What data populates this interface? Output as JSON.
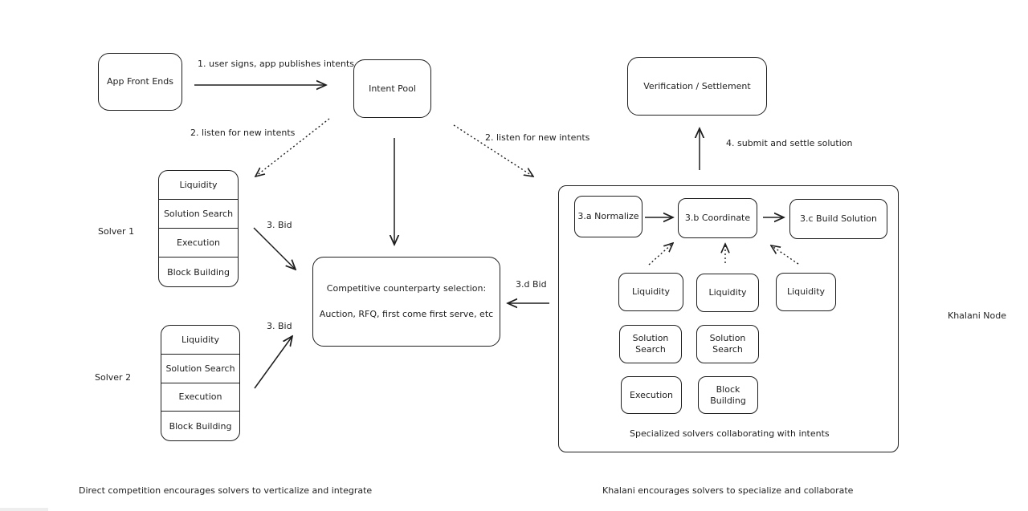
{
  "top": {
    "app_front_ends": "App Front Ends",
    "intent_pool": "Intent Pool",
    "verification": "Verification / Settlement",
    "step1": "1. user signs, app publishes intents",
    "step2_left": "2. listen for new intents",
    "step2_right": "2. listen for new intents",
    "step4": "4. submit and settle solution"
  },
  "solvers": {
    "solver1_label": "Solver 1",
    "solver2_label": "Solver 2",
    "bid_label_1": "3. Bid",
    "bid_label_2": "3. Bid",
    "stack_cells": [
      "Liquidity",
      "Solution Search",
      "Execution",
      "Block Building"
    ]
  },
  "selection": {
    "line1": "Competitive counterparty selection:",
    "line2": "Auction, RFQ, first come first serve, etc",
    "bid_3d": "3.d Bid"
  },
  "khalani": {
    "node_label": "Khalani Node",
    "normalize": "3.a Normalize",
    "coordinate": "3.b Coordinate",
    "build_solution": "3.c Build Solution",
    "liquidity_1": "Liquidity",
    "liquidity_2": "Liquidity",
    "liquidity_3": "Liquidity",
    "solution_search_1_l1": "Solution",
    "solution_search_1_l2": "Search",
    "solution_search_2_l1": "Solution",
    "solution_search_2_l2": "Search",
    "execution": "Execution",
    "block_building_l1": "Block",
    "block_building_l2": "Building",
    "caption": "Specialized solvers collaborating with intents"
  },
  "footer": {
    "left": "Direct competition encourages solvers to verticalize and integrate",
    "right": "Khalani encourages solvers to specialize and collaborate"
  }
}
